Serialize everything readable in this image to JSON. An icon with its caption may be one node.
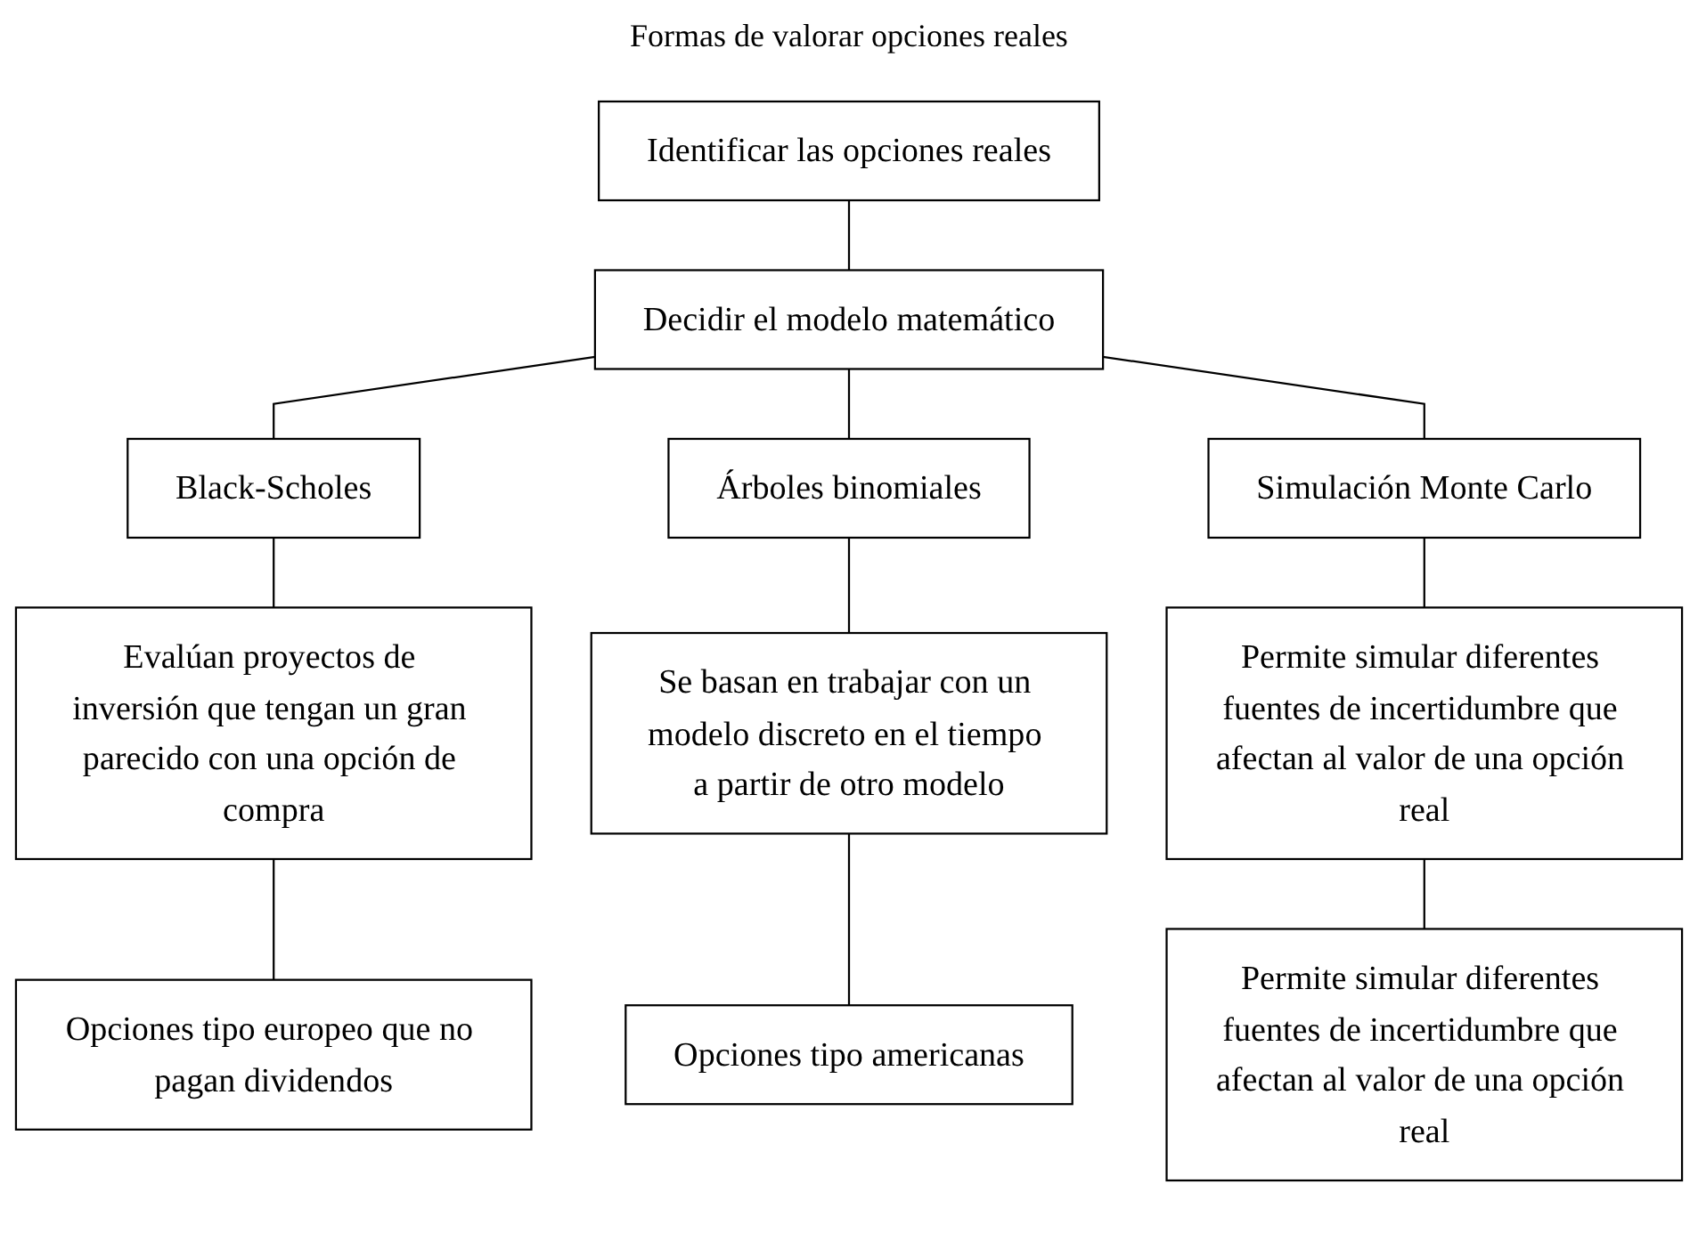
{
  "diagram": {
    "title": "Formas de valorar opciones reales",
    "nodes": [
      {
        "text": [
          "Identificar las opciones reales"
        ]
      },
      {
        "text": [
          "Decidir el modelo matemático"
        ]
      },
      {
        "text": [
          "Black-Scholes"
        ]
      },
      {
        "text": [
          "Árboles binomiales"
        ]
      },
      {
        "text": [
          "Simulación Monte Carlo"
        ]
      },
      {
        "text": [
          "Evalúan proyectos de inversión que tengan un gran parecido con una opción de compra"
        ]
      },
      {
        "text": [
          "Se basan en trabajar con un modelo discreto en el tiempo a partir de otro modelo"
        ]
      },
      {
        "text": [
          "Permite simular diferentes fuentes de incertidumbre que afectan al valor de una opción real"
        ]
      },
      {
        "text": [
          "Opciones tipo europeo que no pagan dividendos"
        ]
      },
      {
        "text": [
          "Opciones tipo americanas"
        ]
      },
      {
        "text": [
          "Permite simular diferentes fuentes de incertidumbre que afectan al valor de una opción real"
        ]
      }
    ],
    "edges": [
      {
        "from": 0,
        "to": 1,
        "arrow": "none"
      },
      {
        "from": 1,
        "to": 2,
        "arrow": "none"
      },
      {
        "from": 1,
        "to": 3,
        "arrow": "none"
      },
      {
        "from": 1,
        "to": 4,
        "arrow": "none"
      },
      {
        "from": 2,
        "to": 5,
        "arrow": "none"
      },
      {
        "from": 3,
        "to": 6,
        "arrow": "none"
      },
      {
        "from": 4,
        "to": 7,
        "arrow": "none"
      },
      {
        "from": 5,
        "to": 8,
        "arrow": "none"
      },
      {
        "from": 6,
        "to": 9,
        "arrow": "none"
      },
      {
        "from": 7,
        "to": 10,
        "arrow": "none"
      }
    ]
  }
}
